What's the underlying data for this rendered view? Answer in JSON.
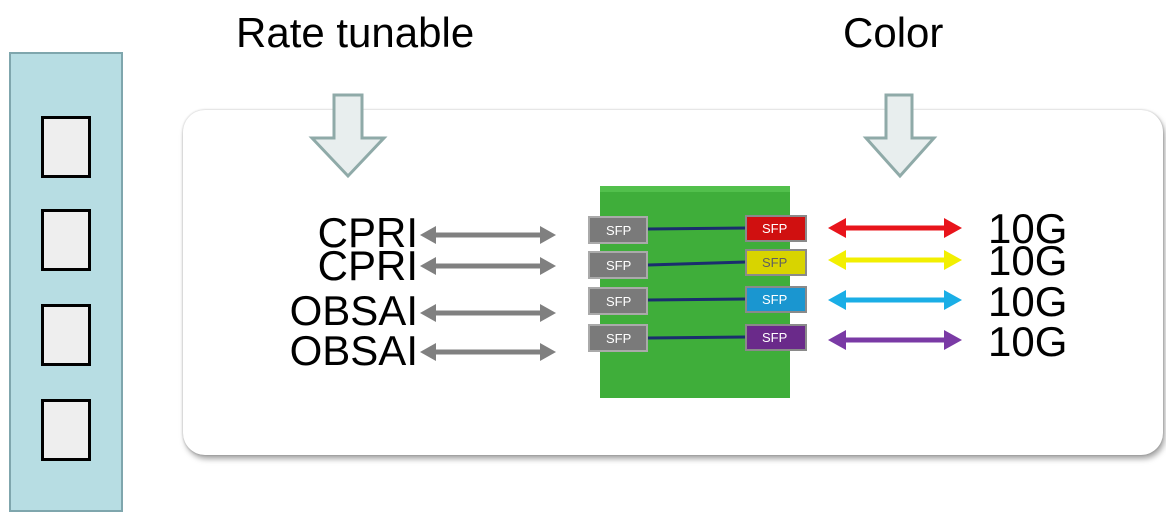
{
  "headers": {
    "rate": "Rate tunable",
    "color": "Color"
  },
  "left_labels": [
    "CPRI",
    "CPRI",
    "OBSAI",
    "OBSAI"
  ],
  "right_labels": [
    "10G",
    "10G",
    "10G",
    "10G"
  ],
  "sfp_label": "SFP",
  "colors": {
    "rack_fill": "#b7dde3",
    "board_green": "#3fae3a",
    "gray_arrow": "#808080",
    "down_arrow_fill": "#e8eeee",
    "down_arrow_stroke": "#8faaa8",
    "sfp_gray": "#7a7a7a",
    "channel_colors": [
      "#e8141b",
      "#f2ef00",
      "#1aaee6",
      "#7a3aa5"
    ]
  }
}
